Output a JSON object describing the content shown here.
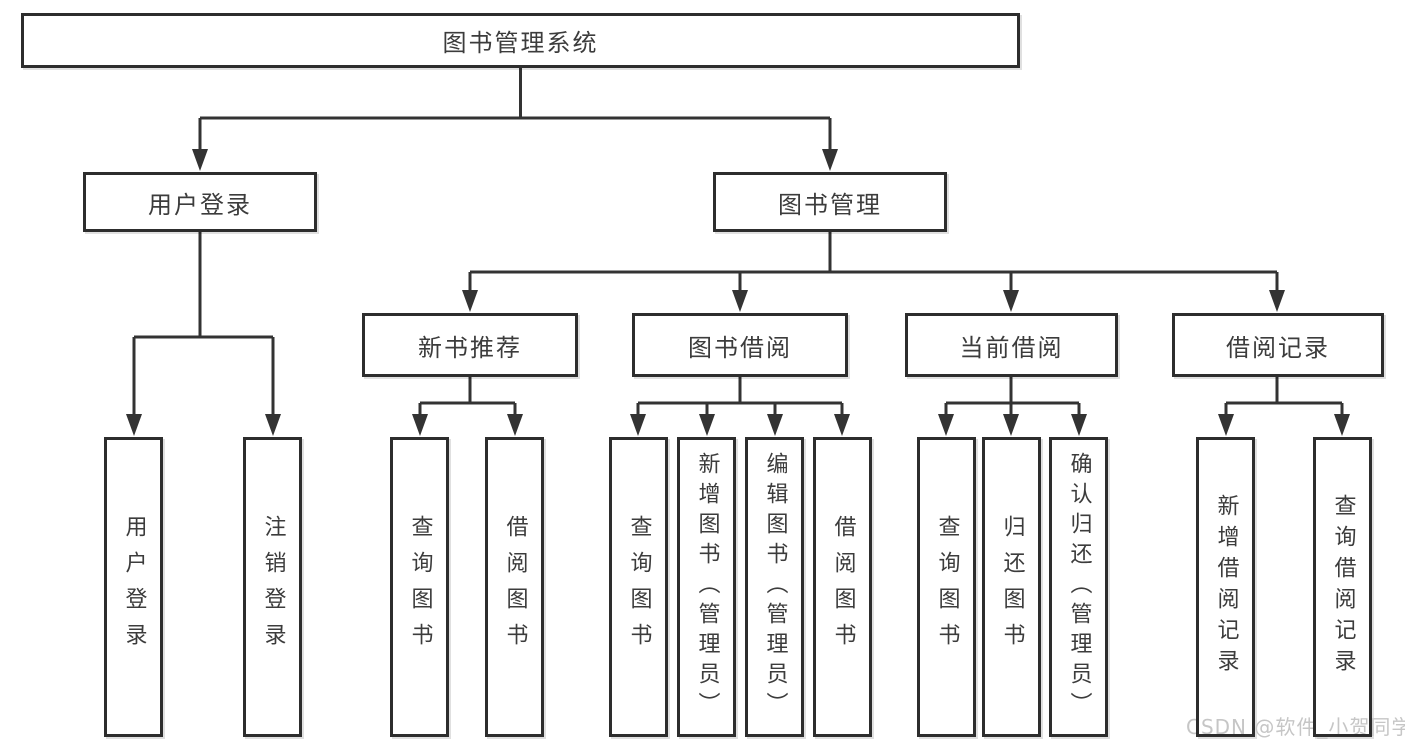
{
  "diagram_type": "functional-structure-tree",
  "colors": {
    "line": "#333333",
    "box_border": "#2d2d2d",
    "box_fill": "#ffffff",
    "text": "#3c3c3c",
    "watermark": "#c6c6c6"
  },
  "tree": {
    "root": {
      "label": "图书管理系统",
      "children": [
        {
          "label": "用户登录",
          "children": [
            {
              "label": "用户登录"
            },
            {
              "label": "注销登录"
            }
          ]
        },
        {
          "label": "图书管理",
          "children": [
            {
              "label": "新书推荐",
              "children": [
                {
                  "label": "查询图书"
                },
                {
                  "label": "借阅图书"
                }
              ]
            },
            {
              "label": "图书借阅",
              "children": [
                {
                  "label": "查询图书"
                },
                {
                  "label": "新增图书（管理员）"
                },
                {
                  "label": "编辑图书（管理员）"
                },
                {
                  "label": "借阅图书"
                }
              ]
            },
            {
              "label": "当前借阅",
              "children": [
                {
                  "label": "查询图书"
                },
                {
                  "label": "归还图书"
                },
                {
                  "label": "确认归还（管理员）"
                }
              ]
            },
            {
              "label": "借阅记录",
              "children": [
                {
                  "label": "新增借阅记录"
                },
                {
                  "label": "查询借阅记录"
                }
              ]
            }
          ]
        }
      ]
    }
  },
  "watermark": {
    "text": "CSDN @软件_小贺同学"
  }
}
